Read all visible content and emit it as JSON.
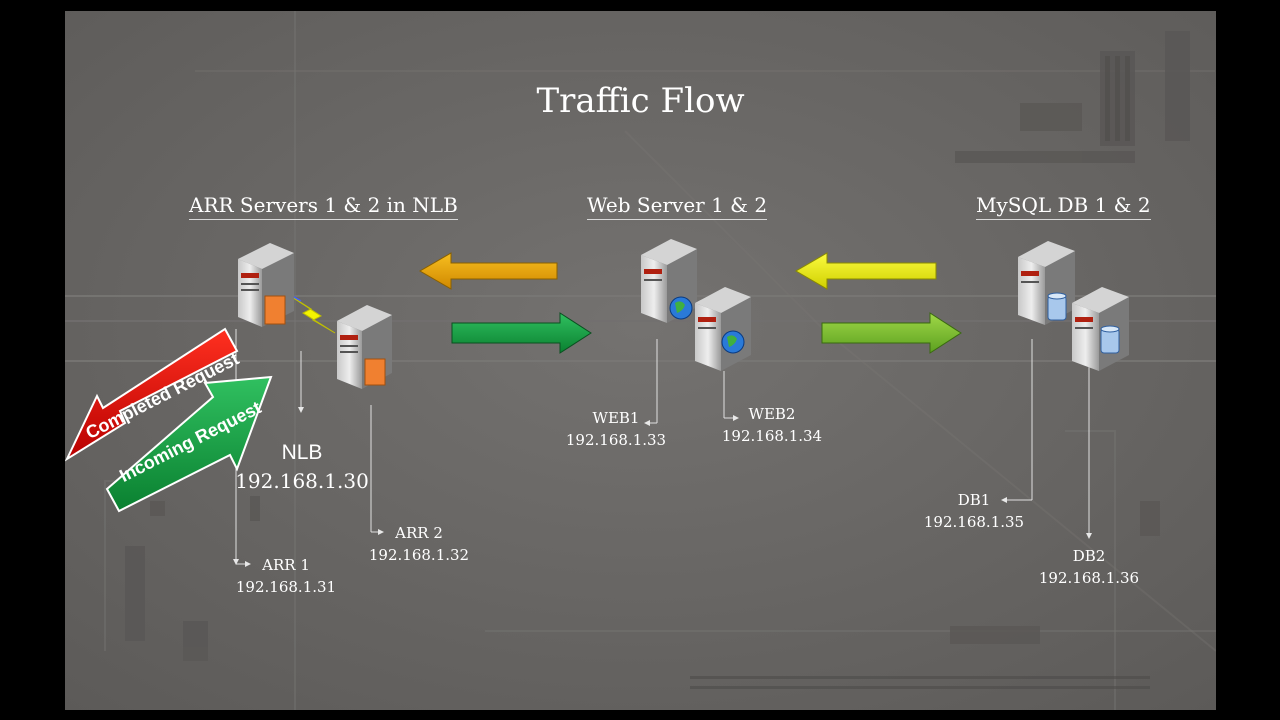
{
  "title": "Traffic Flow",
  "sections": {
    "arr": "ARR Servers 1 & 2 in NLB",
    "web": "Web Server 1 & 2",
    "db": "MySQL DB 1 & 2"
  },
  "nodes": {
    "nlb": {
      "name": "NLB",
      "ip": "192.168.1.30"
    },
    "arr1": {
      "name": "ARR 1",
      "ip": "192.168.1.31"
    },
    "arr2": {
      "name": "ARR 2",
      "ip": "192.168.1.32"
    },
    "web1": {
      "name": "WEB1",
      "ip": "192.168.1.33"
    },
    "web2": {
      "name": "WEB2",
      "ip": "192.168.1.34"
    },
    "db1": {
      "name": "DB1",
      "ip": "192.168.1.35"
    },
    "db2": {
      "name": "DB2",
      "ip": "192.168.1.36"
    }
  },
  "arrows": {
    "completed": "Completed Request",
    "incoming": "Incoming Request"
  },
  "colors": {
    "background": "#686664",
    "orange_arrow": "#f0a800",
    "yellow_arrow": "#ecec10",
    "green_arrow": "#10a040",
    "lightgreen_arrow": "#80c030",
    "completed_arrow": "#e01010",
    "incoming_arrow": "#10a040"
  }
}
